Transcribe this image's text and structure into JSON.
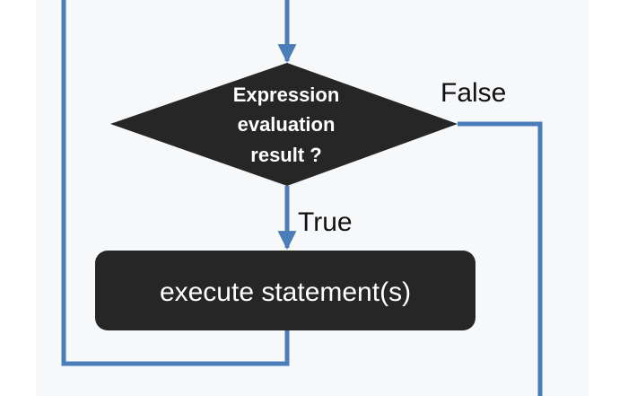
{
  "diagram": {
    "decision": {
      "lines": [
        "Expression",
        "evaluation",
        "result ?"
      ]
    },
    "false_label": "False",
    "true_label": "True",
    "process_label": "execute statement(s)",
    "colors": {
      "arrow": "#4a7ebb",
      "node_fill": "#262626",
      "node_text": "#ffffff",
      "label_text": "#111111",
      "background": "#f7f8fa"
    }
  }
}
